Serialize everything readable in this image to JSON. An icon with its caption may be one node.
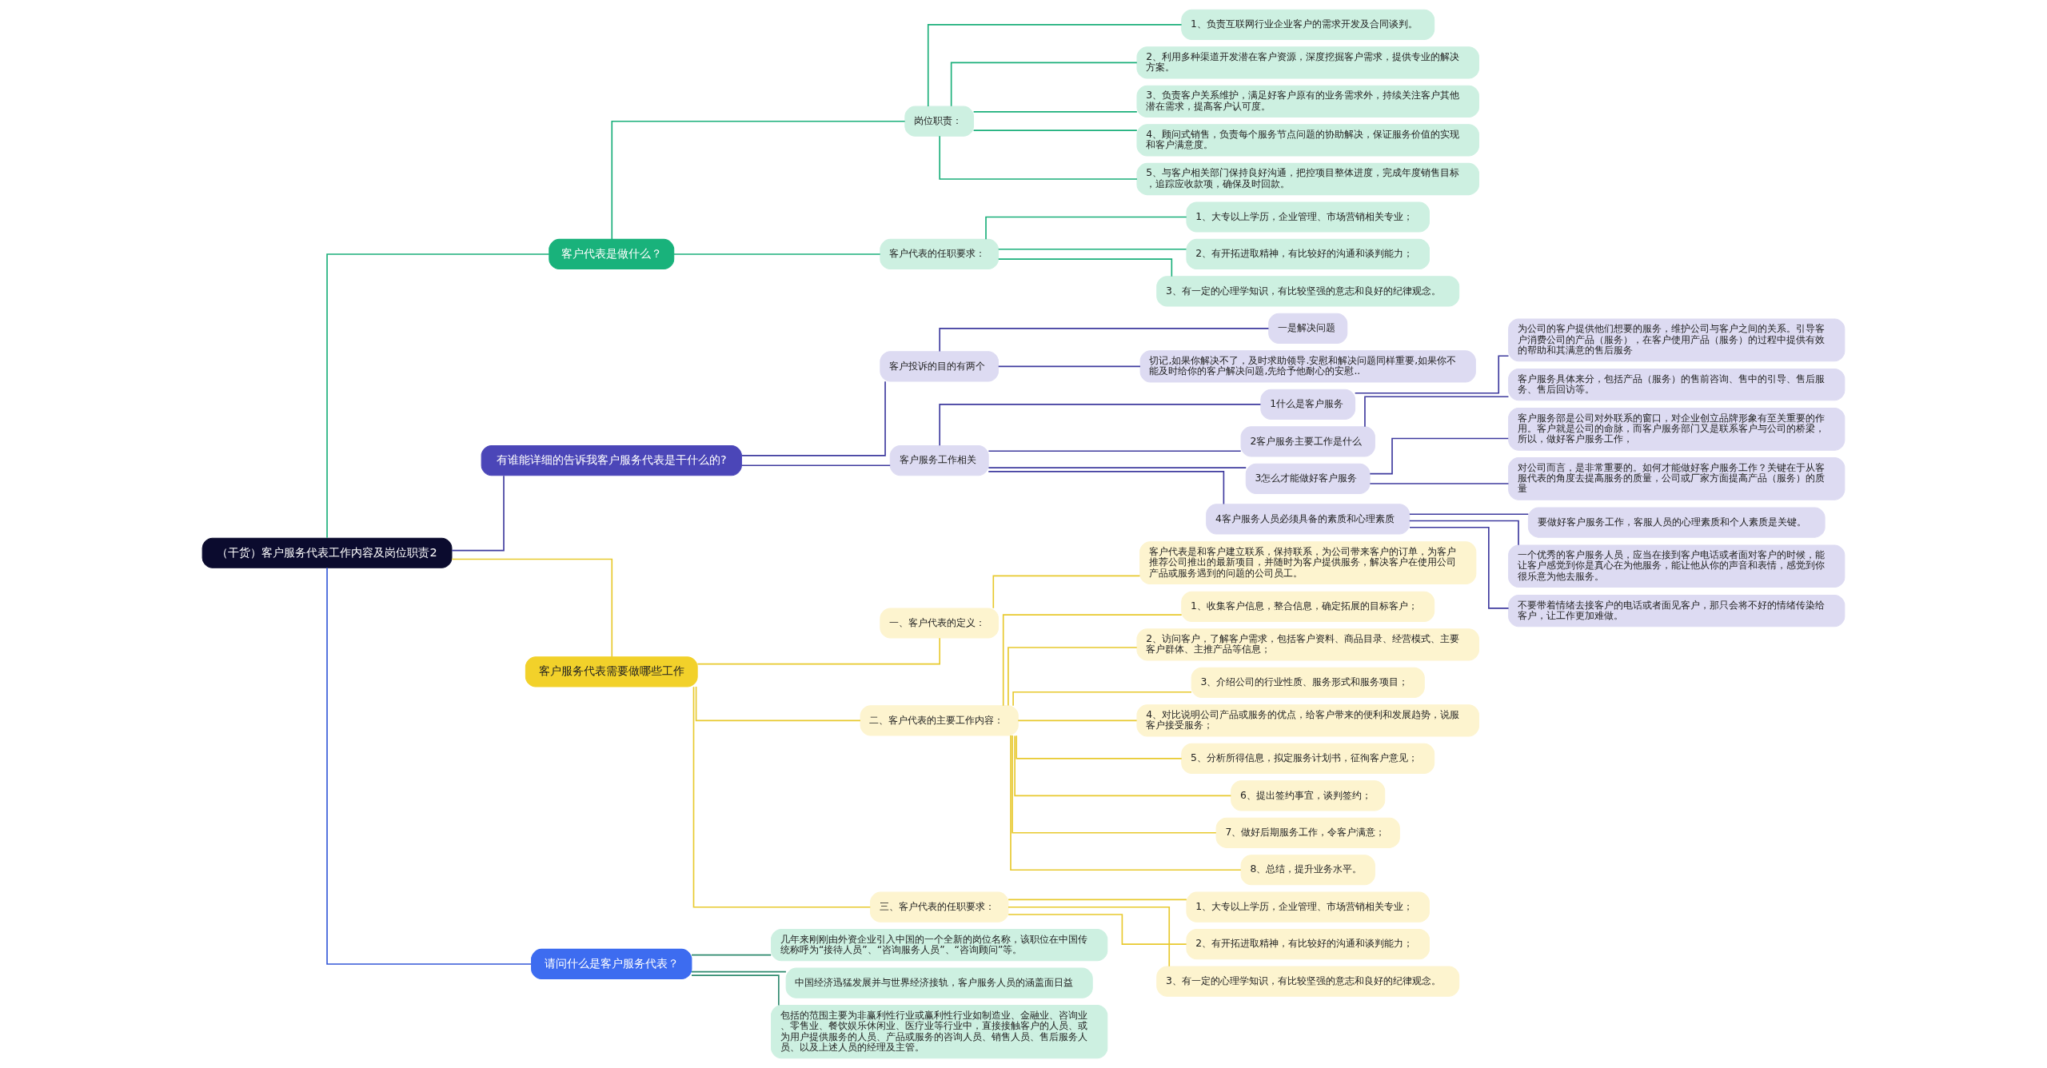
{
  "diagram": {
    "nodes": [
      {
        "text": [
          "（干货）客户服务代表工作内容及岗位职责2"
        ]
      },
      {
        "text": [
          "客户代表是做什么？"
        ]
      },
      {
        "text": [
          "岗位职责："
        ]
      },
      {
        "text": [
          "1、负责互联网行业企业客户的需求开发及合同谈判。"
        ]
      },
      {
        "text": [
          "2、利用多种渠道开发潜在客户资源，深度挖掘客户需求，提供专业的解决方案。"
        ]
      },
      {
        "text": [
          "3、负责客户关系维护，满足好客户原有的业务需求外，持续关注客户其他潜在需求，提高客户认可度。"
        ]
      },
      {
        "text": [
          "4、顾问式销售，负责每个服务节点问题的协助解决，保证服务价值的实现和客户满意度。"
        ]
      },
      {
        "text": [
          "5、与客户相关部门保持良好沟通，把控项目整体进度，完成年度销售目标，追踪应收款项，确保及时回款。"
        ]
      },
      {
        "text": [
          "客户代表的任职要求："
        ]
      },
      {
        "text": [
          "1、大专以上学历，企业管理、市场营销相关专业；"
        ]
      },
      {
        "text": [
          "2、有开拓进取精神，有比较好的沟通和谈判能力；"
        ]
      },
      {
        "text": [
          "3、有一定的心理学知识，有比较坚强的意志和良好的纪律观念。"
        ]
      },
      {
        "text": [
          "有谁能详细的告诉我客户服务代表是干什么的?"
        ]
      },
      {
        "text": [
          "客户投诉的目的有两个"
        ]
      },
      {
        "text": [
          "一是解决问题"
        ]
      },
      {
        "text": [
          "切记,如果你解决不了，及时求助领导.安慰和解决问题同样重要,如果你不能及时给你的客户解决问题,先给予他耐心的安慰.."
        ]
      },
      {
        "text": [
          "客户服务工作相关"
        ]
      },
      {
        "text": [
          "1什么是客户服务"
        ]
      },
      {
        "text": [
          "为公司的客户提供他们想要的服务，维护公司与客户之间的关系。引导客户消费公司的产品（服务），在客户使用产品（服务）的过程中提供有效的帮助和其满意的售后服务"
        ]
      },
      {
        "text": [
          "2客户服务主要工作是什么"
        ]
      },
      {
        "text": [
          "客户服务具体来分，包括产品（服务）的售前咨询、售中的引导、售后服务、售后回访等。"
        ]
      },
      {
        "text": [
          "3怎么才能做好客户服务"
        ]
      },
      {
        "text": [
          "客户服务部是公司对外联系的窗口，对企业创立品牌形象有至关重要的作用。客户就是公司的命脉，而客户服务部门又是联系客户与公司的桥梁，所以，做好客户服务工作，"
        ]
      },
      {
        "text": [
          "对公司而言，是非常重要的。如何才能做好客户服务工作？关键在于从客服代表的角度去提高服务的质量，公司或厂家方面提高产品（服务）的质量"
        ]
      },
      {
        "text": [
          "4客户服务人员必须具备的素质和心理素质"
        ]
      },
      {
        "text": [
          "要做好客户服务工作，客服人员的心理素质和个人素质是关键。"
        ]
      },
      {
        "text": [
          "一个优秀的客户服务人员，应当在接到客户电话或者面对客户的时候，能让客户感觉到你是真心在为他服务，能让他从你的声音和表情，感觉到你很乐意为他去服务。"
        ]
      },
      {
        "text": [
          "不要带着情绪去接客户的电话或者面见客户，那只会将不好的情绪传染给客户，让工作更加难做。"
        ]
      },
      {
        "text": [
          "客户服务代表需要做哪些工作"
        ]
      },
      {
        "text": [
          "一、客户代表的定义："
        ]
      },
      {
        "text": [
          "客户代表是和客户建立联系，保持联系，为公司带来客户的订单，为客户推荐公司推出的最新项目，并随时为客户提供服务，解决客户在使用公司产品或服务遇到的问题的公司员工。"
        ]
      },
      {
        "text": [
          "二、客户代表的主要工作内容："
        ]
      },
      {
        "text": [
          "1、收集客户信息，整合信息，确定拓展的目标客户；"
        ]
      },
      {
        "text": [
          "2、访问客户，了解客户需求，包括客户资料、商品目录、经营模式、主要客户群体、主推产品等信息；"
        ]
      },
      {
        "text": [
          "3、介绍公司的行业性质、服务形式和服务项目；"
        ]
      },
      {
        "text": [
          "4、对比说明公司产品或服务的优点，给客户带来的便利和发展趋势，说服客户接受服务；"
        ]
      },
      {
        "text": [
          "5、分析所得信息，拟定服务计划书，征徇客户意见；"
        ]
      },
      {
        "text": [
          "6、提出签约事宜，谈判签约；"
        ]
      },
      {
        "text": [
          "7、做好后期服务工作，令客户满意；"
        ]
      },
      {
        "text": [
          "8、总结，提升业务水平。"
        ]
      },
      {
        "text": [
          "三、客户代表的任职要求："
        ]
      },
      {
        "text": [
          "1、大专以上学历，企业管理、市场营销相关专业；"
        ]
      },
      {
        "text": [
          "2、有开拓进取精神，有比较好的沟通和谈判能力；"
        ]
      },
      {
        "text": [
          "3、有一定的心理学知识，有比较坚强的意志和良好的纪律观念。"
        ]
      },
      {
        "text": [
          "请问什么是客户服务代表？"
        ]
      },
      {
        "text": [
          "几年来刚刚由外资企业引入中国的一个全新的岗位名称，该职位在中国传统称呼为“接待人员”、“咨询服务人员”、“咨询顾问”等。"
        ]
      },
      {
        "text": [
          "中国经济迅猛发展并与世界经济接轨，客户服务人员的涵盖面日益"
        ]
      },
      {
        "text": [
          "包括的范围主要为非赢利性行业或赢利性行业如制造业、金融业、咨询业、零售业、餐饮娱乐休闲业、医疗业等行业中，直接接触客户的人员、或为用户提供服务的人员、产品或服务的咨询人员、销售人员、售后服务人员、以及上述人员的经理及主管。"
        ]
      }
    ],
    "edges": [
      {
        "from": 0,
        "to": 1,
        "arrow": "none",
        "color": "#1aaf7a"
      },
      {
        "from": 1,
        "to": 2,
        "arrow": "none",
        "color": "#1aaf7a"
      },
      {
        "from": 2,
        "to": 3,
        "arrow": "none",
        "color": "#1aaf7a"
      },
      {
        "from": 2,
        "to": 4,
        "arrow": "none",
        "color": "#1aaf7a"
      },
      {
        "from": 2,
        "to": 5,
        "arrow": "none",
        "color": "#1aaf7a"
      },
      {
        "from": 2,
        "to": 6,
        "arrow": "none",
        "color": "#1aaf7a"
      },
      {
        "from": 2,
        "to": 7,
        "arrow": "none",
        "color": "#1aaf7a"
      },
      {
        "from": 1,
        "to": 8,
        "arrow": "none",
        "color": "#1aaf7a"
      },
      {
        "from": 8,
        "to": 9,
        "arrow": "none",
        "color": "#1aaf7a"
      },
      {
        "from": 8,
        "to": 10,
        "arrow": "none",
        "color": "#1aaf7a"
      },
      {
        "from": 8,
        "to": 11,
        "arrow": "none",
        "color": "#1aaf7a"
      },
      {
        "from": 0,
        "to": 12,
        "arrow": "none",
        "color": "#3e3a9e"
      },
      {
        "from": 12,
        "to": 13,
        "arrow": "none",
        "color": "#3e3a9e"
      },
      {
        "from": 13,
        "to": 14,
        "arrow": "none",
        "color": "#3e3a9e"
      },
      {
        "from": 13,
        "to": 15,
        "arrow": "none",
        "color": "#3e3a9e"
      },
      {
        "from": 12,
        "to": 16,
        "arrow": "none",
        "color": "#3e3a9e"
      },
      {
        "from": 16,
        "to": 17,
        "arrow": "none",
        "color": "#3e3a9e"
      },
      {
        "from": 17,
        "to": 18,
        "arrow": "none",
        "color": "#3e3a9e"
      },
      {
        "from": 16,
        "to": 19,
        "arrow": "none",
        "color": "#3e3a9e"
      },
      {
        "from": 19,
        "to": 20,
        "arrow": "none",
        "color": "#3e3a9e"
      },
      {
        "from": 16,
        "to": 21,
        "arrow": "none",
        "color": "#3e3a9e"
      },
      {
        "from": 21,
        "to": 22,
        "arrow": "none",
        "color": "#3e3a9e"
      },
      {
        "from": 21,
        "to": 23,
        "arrow": "none",
        "color": "#3e3a9e"
      },
      {
        "from": 16,
        "to": 24,
        "arrow": "none",
        "color": "#3e3a9e"
      },
      {
        "from": 24,
        "to": 25,
        "arrow": "none",
        "color": "#3e3a9e"
      },
      {
        "from": 24,
        "to": 26,
        "arrow": "none",
        "color": "#3e3a9e"
      },
      {
        "from": 24,
        "to": 27,
        "arrow": "none",
        "color": "#3e3a9e"
      },
      {
        "from": 0,
        "to": 28,
        "arrow": "none",
        "color": "#e8c92e"
      },
      {
        "from": 28,
        "to": 29,
        "arrow": "none",
        "color": "#e8c92e"
      },
      {
        "from": 29,
        "to": 30,
        "arrow": "none",
        "color": "#e8c92e"
      },
      {
        "from": 28,
        "to": 31,
        "arrow": "none",
        "color": "#e8c92e"
      },
      {
        "from": 31,
        "to": 32,
        "arrow": "none",
        "color": "#e8c92e"
      },
      {
        "from": 31,
        "to": 33,
        "arrow": "none",
        "color": "#e8c92e"
      },
      {
        "from": 31,
        "to": 34,
        "arrow": "none",
        "color": "#e8c92e"
      },
      {
        "from": 31,
        "to": 35,
        "arrow": "none",
        "color": "#e8c92e"
      },
      {
        "from": 31,
        "to": 36,
        "arrow": "none",
        "color": "#e8c92e"
      },
      {
        "from": 31,
        "to": 37,
        "arrow": "none",
        "color": "#e8c92e"
      },
      {
        "from": 31,
        "to": 38,
        "arrow": "none",
        "color": "#e8c92e"
      },
      {
        "from": 31,
        "to": 39,
        "arrow": "none",
        "color": "#e8c92e"
      },
      {
        "from": 28,
        "to": 40,
        "arrow": "none",
        "color": "#e8c92e"
      },
      {
        "from": 40,
        "to": 41,
        "arrow": "none",
        "color": "#e8c92e"
      },
      {
        "from": 40,
        "to": 42,
        "arrow": "none",
        "color": "#e8c92e"
      },
      {
        "from": 40,
        "to": 43,
        "arrow": "none",
        "color": "#e8c92e"
      },
      {
        "from": 0,
        "to": 44,
        "arrow": "none",
        "color": "#3558d8"
      },
      {
        "from": 44,
        "to": 45,
        "arrow": "none",
        "color": "#2e8a6e"
      },
      {
        "from": 44,
        "to": 46,
        "arrow": "none",
        "color": "#2e8a6e"
      },
      {
        "from": 44,
        "to": 47,
        "arrow": "none",
        "color": "#2e8a6e"
      }
    ]
  }
}
